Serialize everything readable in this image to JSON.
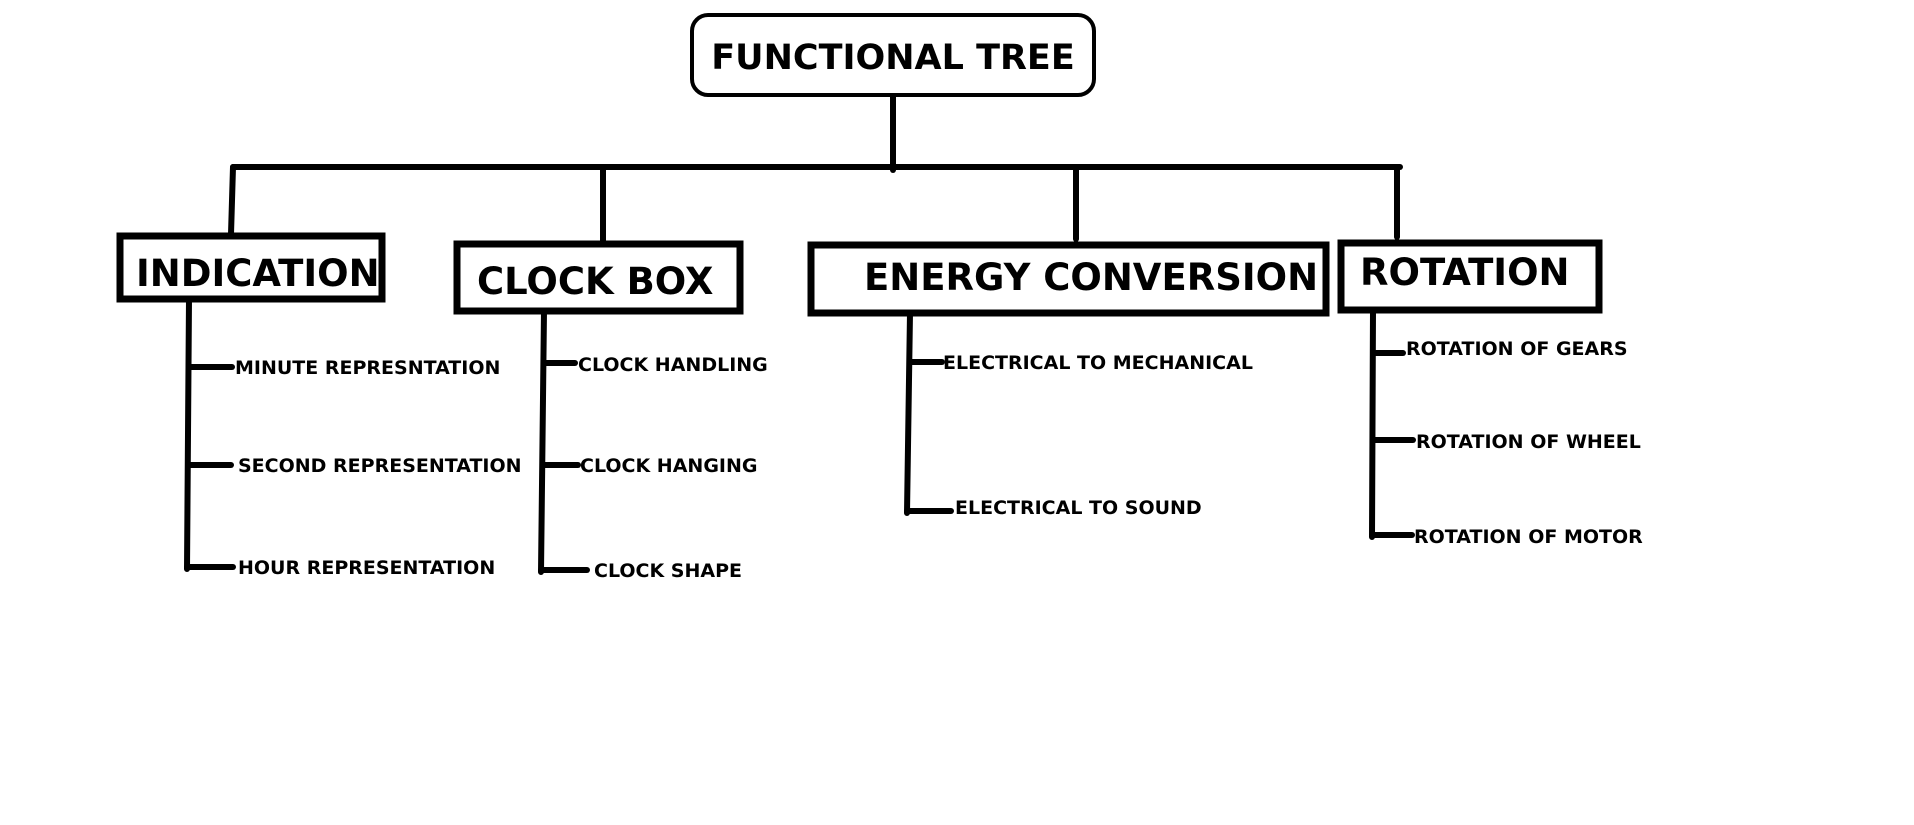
{
  "root": {
    "label": "FUNCTIONAL TREE"
  },
  "categories": [
    {
      "label": "INDICATION",
      "items": [
        "MINUTE REPRESNTATION",
        "SECOND REPRESENTATION",
        "HOUR REPRESENTATION"
      ]
    },
    {
      "label": "CLOCK BOX",
      "items": [
        "CLOCK HANDLING",
        "CLOCK HANGING",
        "CLOCK SHAPE"
      ]
    },
    {
      "label": "ENERGY CONVERSION",
      "items": [
        "ELECTRICAL TO MECHANICAL",
        "ELECTRICAL TO SOUND"
      ]
    },
    {
      "label": "ROTATION",
      "items": [
        "ROTATION OF GEARS",
        "ROTATION OF WHEEL",
        "ROTATION OF MOTOR"
      ]
    }
  ]
}
